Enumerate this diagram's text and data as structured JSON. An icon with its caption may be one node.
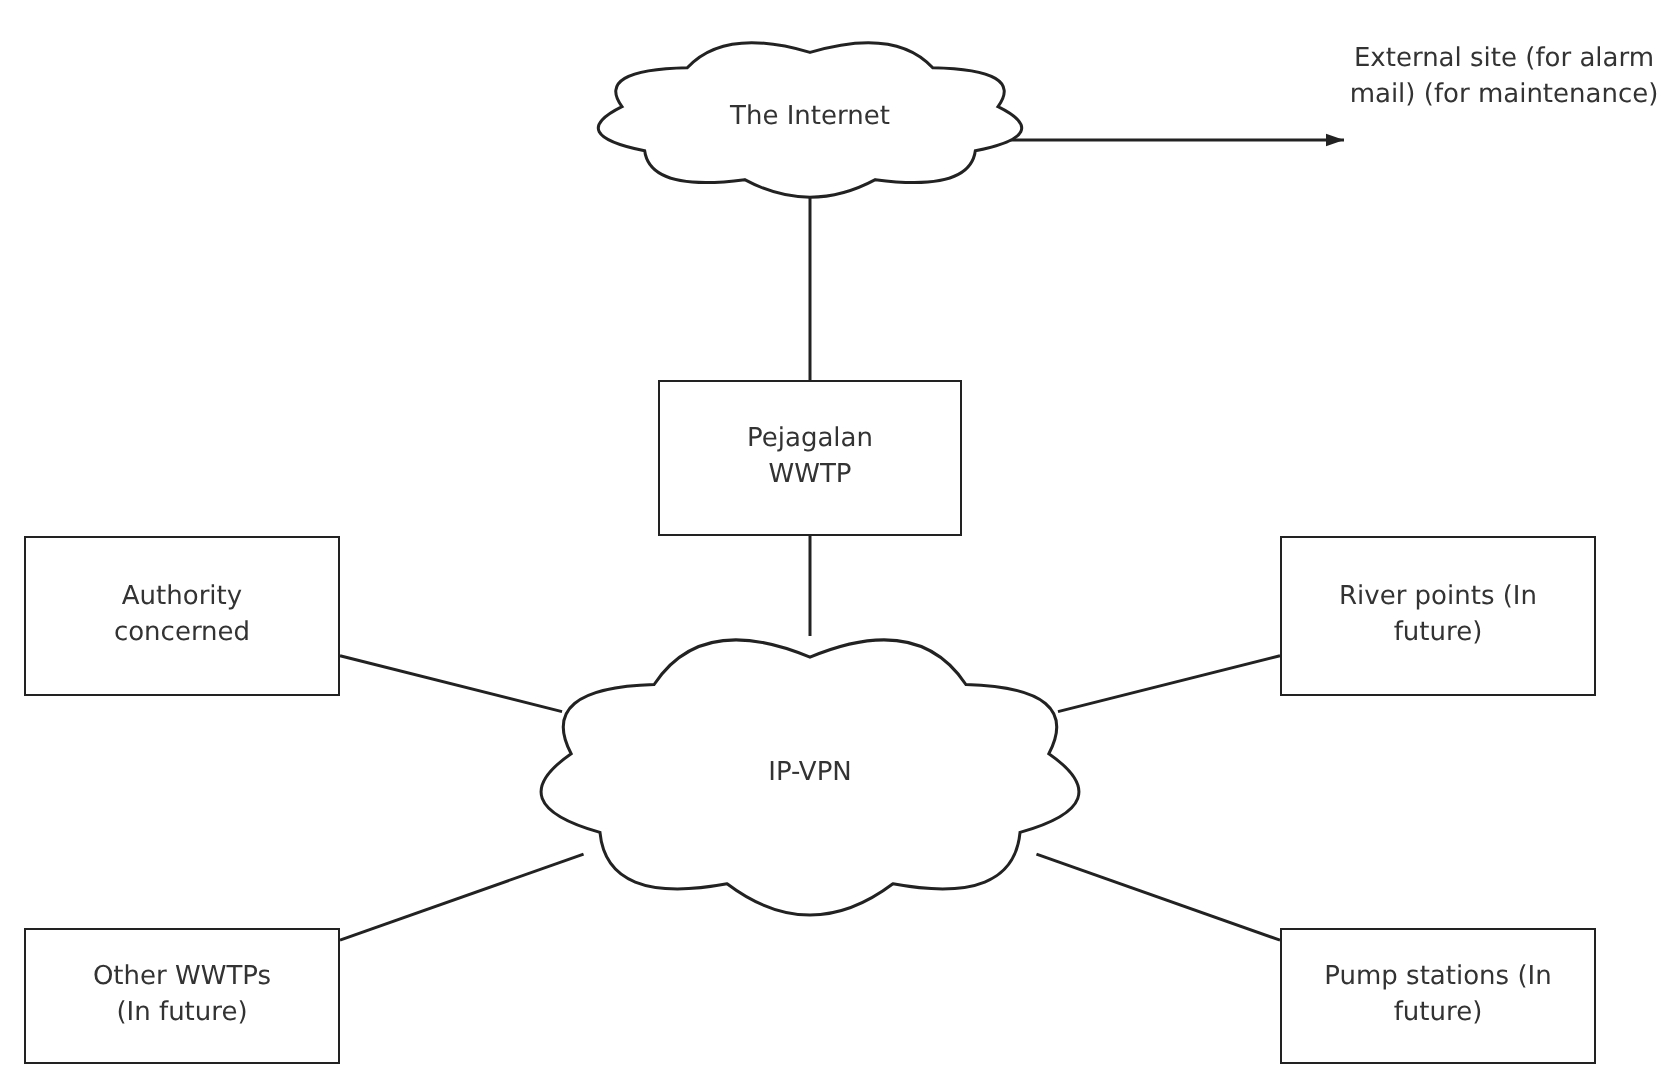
{
  "diagram": {
    "nodes": [
      {
        "text": [
          "The Internet"
        ]
      },
      {
        "text": [
          "External site (for alarm mail) (for maintenance)"
        ]
      },
      {
        "text": [
          "Pejagalan WWTP"
        ]
      },
      {
        "text": [
          "Authority concerned"
        ]
      },
      {
        "text": [
          "River points (In future)"
        ]
      },
      {
        "text": [
          "IP-VPN"
        ]
      },
      {
        "text": [
          "Other WWTPs (In future)"
        ]
      },
      {
        "text": [
          "Pump stations (In future)"
        ]
      }
    ],
    "edges": [
      {
        "from": 0,
        "to": 1,
        "arrow": "to"
      },
      {
        "from": 0,
        "to": 2,
        "arrow": "none"
      },
      {
        "from": 2,
        "to": 5,
        "arrow": "none"
      },
      {
        "from": 3,
        "to": 5,
        "arrow": "none"
      },
      {
        "from": 4,
        "to": 5,
        "arrow": "none"
      },
      {
        "from": 6,
        "to": 5,
        "arrow": "none"
      },
      {
        "from": 7,
        "to": 5,
        "arrow": "none"
      }
    ]
  }
}
